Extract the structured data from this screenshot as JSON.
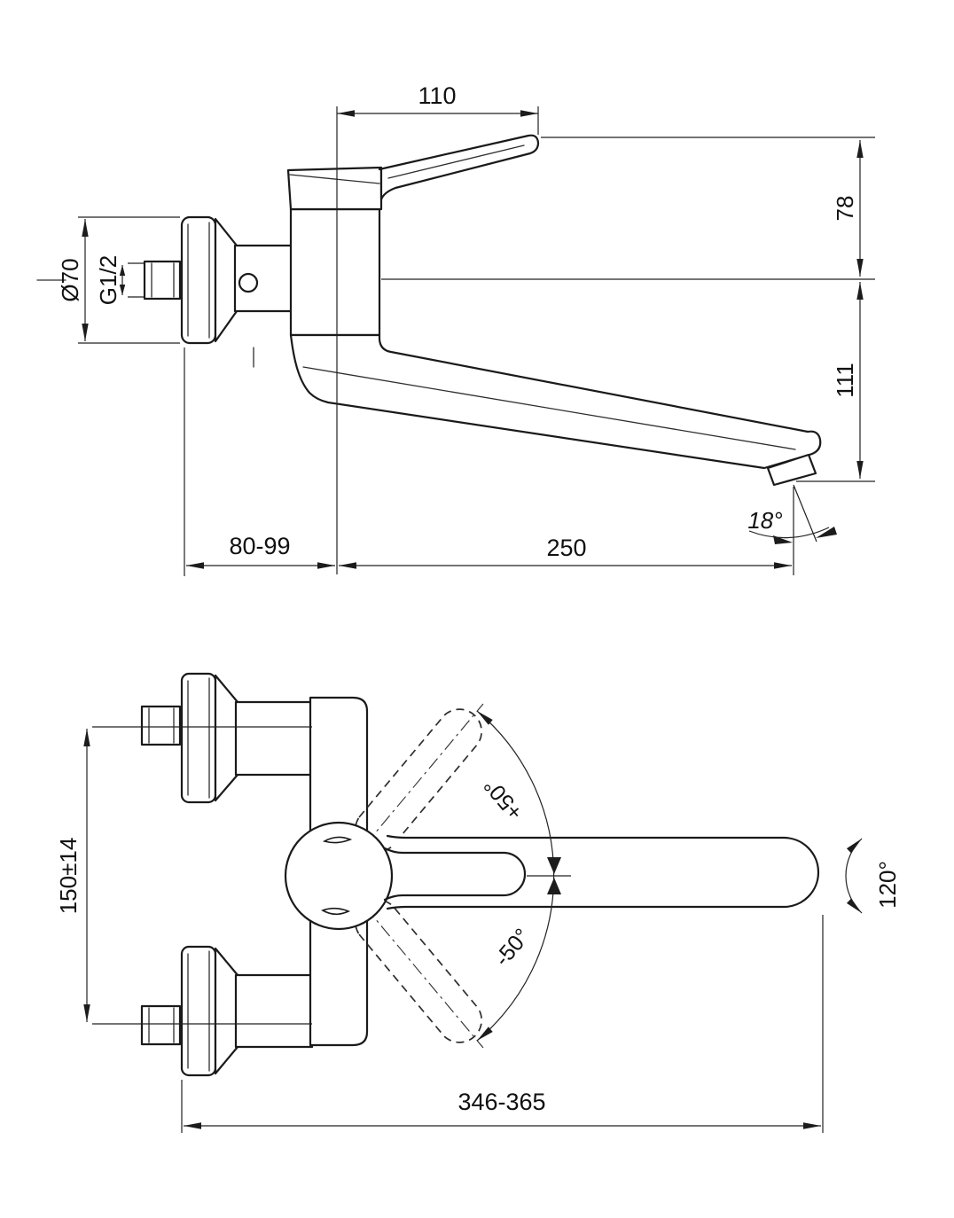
{
  "drawing": {
    "kind": "technical dimensional drawing",
    "subject": "wall-mounted single-lever sink mixer tap, two orthographic views",
    "background": "#ffffff",
    "line_color": "#1a1a1a"
  },
  "side_view": {
    "handle_length": "110",
    "height_above_axis": "78",
    "height_below_axis": "111",
    "escutcheon_diameter": "Ø70",
    "thread_size": "G1/2",
    "wall_clearance": "80-99",
    "spout_projection": "250",
    "spout_outlet_angle": "18°"
  },
  "plan_view": {
    "inlet_spacing": "150±14",
    "overall_projection": "346-365",
    "handle_arc_up": "+50°",
    "handle_arc_down": "-50°",
    "spout_swivel_angle": "120°"
  }
}
